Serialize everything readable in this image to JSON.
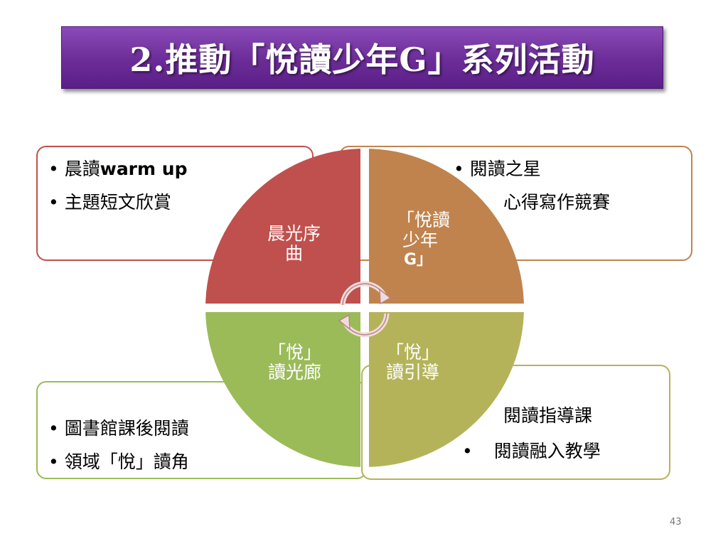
{
  "title": "2.推動「悅讀少年G」系列活動",
  "boxes": {
    "top_left": {
      "items": [
        {
          "prefix": "晨讀",
          "suffix": "warm up"
        },
        "主題短文欣賞"
      ]
    },
    "top_right": {
      "line1": "閱讀之星",
      "line2": "心得寫作競賽"
    },
    "bottom_left": {
      "items": [
        "圖書館課後閱讀",
        "領域「悅」讀角"
      ]
    },
    "bottom_right": {
      "line1": "閱讀指導課",
      "line2": "閱讀融入教學"
    }
  },
  "wheel": {
    "segments": [
      {
        "name": "晨光序曲",
        "lines": [
          "晨光序",
          "曲"
        ],
        "color": "#c0504d"
      },
      {
        "name": "「悅讀少年G」",
        "lines": [
          "「悅讀",
          "少年",
          "G」"
        ],
        "color": "#c0834d"
      },
      {
        "name": "「悅」讀光廊",
        "lines": [
          "「悅」",
          "讀光廊"
        ],
        "color": "#9bbb59"
      },
      {
        "name": "「悅」讀引導",
        "lines": [
          "「悅」",
          "讀引導"
        ],
        "color": "#b5b35a"
      }
    ]
  },
  "bullet": "•",
  "page_number": "43"
}
